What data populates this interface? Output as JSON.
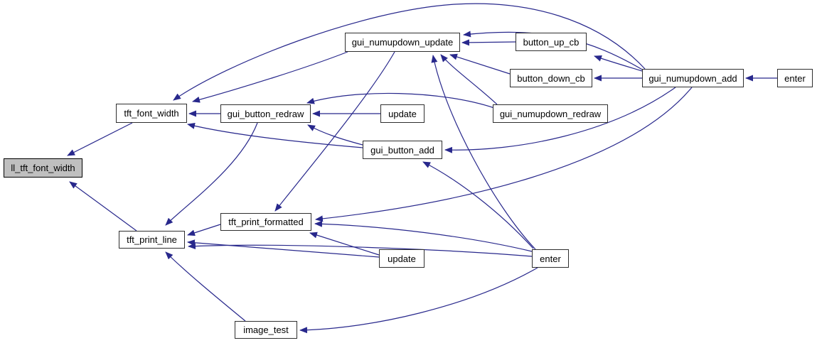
{
  "diagram": {
    "type": "doxygen-call-graph",
    "focus_node": "ll_tft_font_width",
    "colors": {
      "background": "#ffffff",
      "edge": "#28288c",
      "node_fill": "#ffffff",
      "node_border": "#2e2e2e",
      "highlight_fill": "#bfbfbf",
      "text": "#000000"
    },
    "nodes": [
      {
        "id": "ll_tft_font_width",
        "label": "ll_tft_font_width",
        "highlighted": true
      },
      {
        "id": "tft_font_width",
        "label": "tft_font_width",
        "highlighted": false
      },
      {
        "id": "gui_button_redraw",
        "label": "gui_button_redraw",
        "highlighted": false
      },
      {
        "id": "update_top",
        "label": "update",
        "highlighted": false
      },
      {
        "id": "gui_numupdown_update",
        "label": "gui_numupdown_update",
        "highlighted": false
      },
      {
        "id": "button_up_cb",
        "label": "button_up_cb",
        "highlighted": false
      },
      {
        "id": "button_down_cb",
        "label": "button_down_cb",
        "highlighted": false
      },
      {
        "id": "gui_numupdown_redraw",
        "label": "gui_numupdown_redraw",
        "highlighted": false
      },
      {
        "id": "gui_numupdown_add",
        "label": "gui_numupdown_add",
        "highlighted": false
      },
      {
        "id": "enter_right",
        "label": "enter",
        "highlighted": false
      },
      {
        "id": "gui_button_add",
        "label": "gui_button_add",
        "highlighted": false
      },
      {
        "id": "tft_print_formatted",
        "label": "tft_print_formatted",
        "highlighted": false
      },
      {
        "id": "tft_print_line",
        "label": "tft_print_line",
        "highlighted": false
      },
      {
        "id": "update_bottom",
        "label": "update",
        "highlighted": false
      },
      {
        "id": "enter_bottom",
        "label": "enter",
        "highlighted": false
      },
      {
        "id": "image_test",
        "label": "image_test",
        "highlighted": false
      }
    ],
    "edges": [
      {
        "from": "tft_font_width",
        "to": "ll_tft_font_width"
      },
      {
        "from": "tft_print_line",
        "to": "ll_tft_font_width"
      },
      {
        "from": "gui_button_redraw",
        "to": "tft_font_width"
      },
      {
        "from": "gui_numupdown_update",
        "to": "tft_font_width"
      },
      {
        "from": "gui_numupdown_add",
        "to": "tft_font_width"
      },
      {
        "from": "gui_button_add",
        "to": "tft_font_width"
      },
      {
        "from": "update_top",
        "to": "gui_button_redraw"
      },
      {
        "from": "gui_numupdown_redraw",
        "to": "gui_button_redraw"
      },
      {
        "from": "gui_button_add",
        "to": "gui_button_redraw"
      },
      {
        "from": "gui_button_redraw",
        "to": "tft_print_line"
      },
      {
        "from": "button_up_cb",
        "to": "gui_numupdown_update"
      },
      {
        "from": "button_down_cb",
        "to": "gui_numupdown_update"
      },
      {
        "from": "gui_numupdown_redraw",
        "to": "gui_numupdown_update"
      },
      {
        "from": "enter_bottom",
        "to": "gui_numupdown_update"
      },
      {
        "from": "gui_numupdown_add",
        "to": "gui_numupdown_update"
      },
      {
        "from": "gui_numupdown_add",
        "to": "button_up_cb"
      },
      {
        "from": "gui_numupdown_add",
        "to": "button_down_cb"
      },
      {
        "from": "enter_right",
        "to": "gui_numupdown_add"
      },
      {
        "from": "gui_numupdown_add",
        "to": "gui_button_add"
      },
      {
        "from": "enter_bottom",
        "to": "gui_button_add"
      },
      {
        "from": "gui_numupdown_update",
        "to": "tft_print_formatted"
      },
      {
        "from": "gui_numupdown_add",
        "to": "tft_print_formatted"
      },
      {
        "from": "enter_bottom",
        "to": "tft_print_formatted"
      },
      {
        "from": "update_bottom",
        "to": "tft_print_formatted"
      },
      {
        "from": "tft_print_formatted",
        "to": "tft_print_line"
      },
      {
        "from": "update_bottom",
        "to": "tft_print_line"
      },
      {
        "from": "enter_bottom",
        "to": "tft_print_line"
      },
      {
        "from": "image_test",
        "to": "tft_print_line"
      },
      {
        "from": "enter_bottom",
        "to": "image_test"
      }
    ]
  }
}
